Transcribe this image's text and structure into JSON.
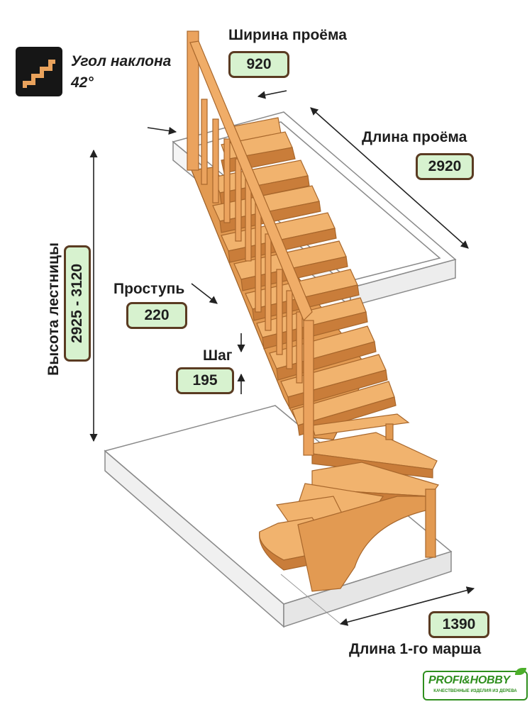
{
  "angle": {
    "label": "Угол наклона",
    "value": "42°"
  },
  "opening_width": {
    "label": "Ширина проёма",
    "value": "920"
  },
  "opening_length": {
    "label": "Длина проёма",
    "value": "2920"
  },
  "stair_height": {
    "label": "Высота лестницы",
    "value": "2925 - 3120"
  },
  "tread": {
    "label": "Проступь",
    "value": "220"
  },
  "step": {
    "label": "Шаг",
    "value": "195"
  },
  "flight_length": {
    "label": "Длина 1-го марша",
    "value": "1390"
  },
  "brand": {
    "name": "PROFI&HOBBY",
    "tagline": "КАЧЕСТВЕННЫЕ ИЗДЕЛИЯ ИЗ ДЕРЕВА"
  },
  "colors": {
    "wood": "#e9a25c",
    "wood_dark": "#b06d30",
    "value_box_fill": "#d7f2cf",
    "value_box_border": "#5a3b22",
    "brand_green": "#2f8f1e",
    "slab": "#ffffff"
  }
}
